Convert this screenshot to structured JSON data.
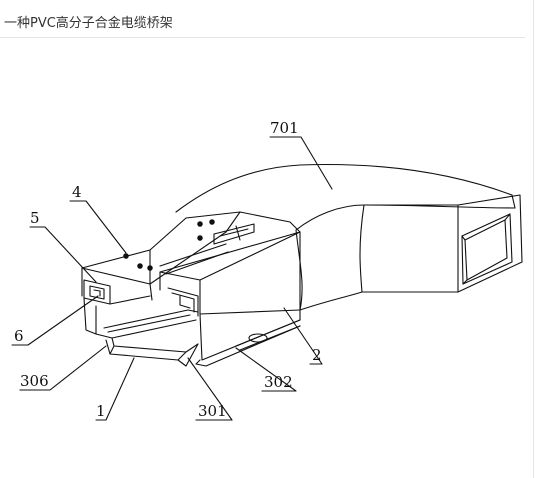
{
  "page": {
    "title": "一种PVC高分子合金电缆桥架"
  },
  "diagram": {
    "labels": {
      "l701": "701",
      "l4": "4",
      "l5": "5",
      "l6": "6",
      "l2": "2",
      "l306": "306",
      "l302": "302",
      "l1": "1",
      "l301": "301"
    }
  }
}
